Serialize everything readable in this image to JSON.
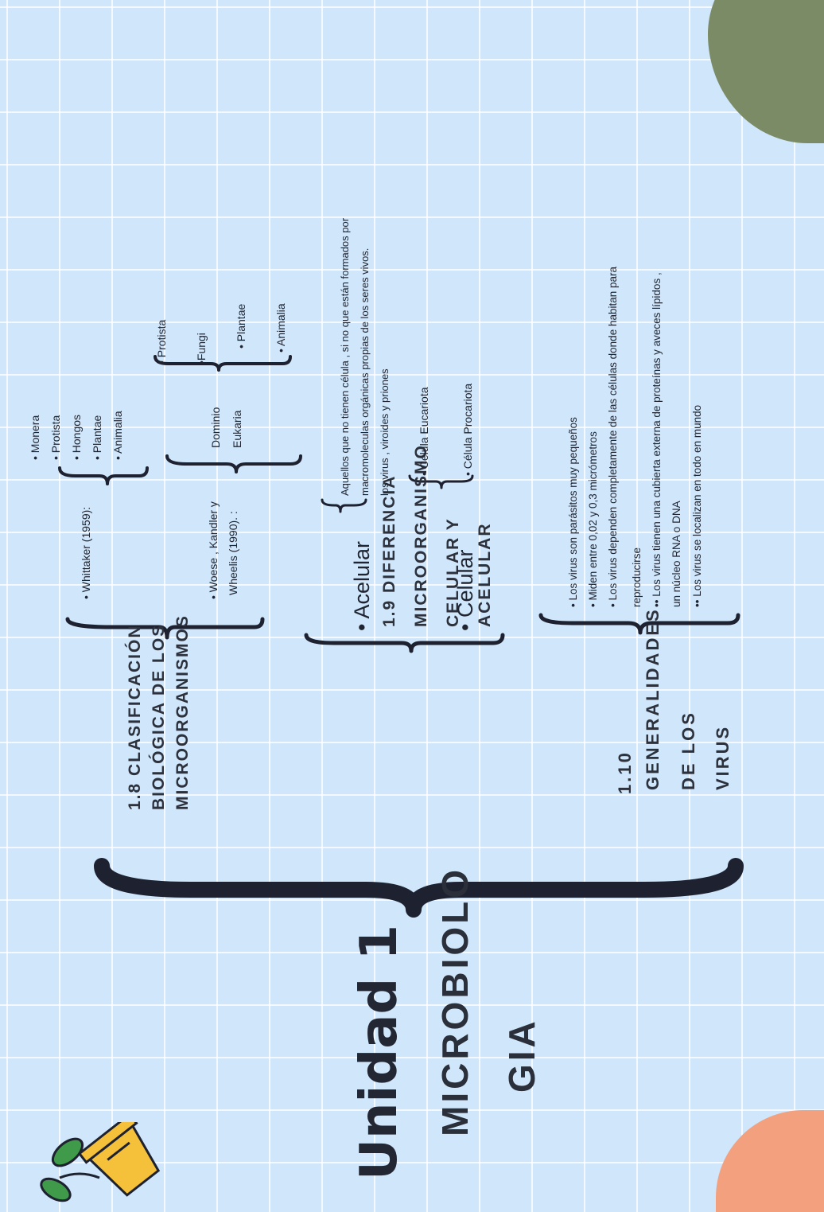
{
  "title": {
    "line1": "Unidad 1",
    "line2a": "MICROBIOLO",
    "line2b": "GIA"
  },
  "section_18": {
    "heading_lines": [
      "1.8 CLASIFICACIÓN",
      "BIOLÓGICA DE LOS",
      "MICROORGANISMOS"
    ],
    "whittaker": {
      "label": "• Whittaker (1959):",
      "items": [
        "• Monera",
        "• Protista",
        "• Hongos",
        "• Plantae",
        "• Animalia"
      ]
    },
    "woese": {
      "label_lines": [
        "• Woese , Kandler y",
        "Wheelis (1990). :"
      ],
      "dominio_lines": [
        "Dominio",
        "Eukaria"
      ],
      "items": [
        "• Protista",
        "•Fungi",
        "• Plantae",
        "• Animalia"
      ]
    }
  },
  "section_19": {
    "heading_lines": [
      "1.9 DIFERENCIA",
      "MICROORGANISMO",
      "CELULAR Y",
      "ACELULAR"
    ],
    "acelular": {
      "label": "• Acelular",
      "text_lines": [
        "Aquellos que no tienen célula , si no que están formados por",
        "macromoleculas orgánicas propias de los seres vivos.",
        "los virus , viroides y priones"
      ]
    },
    "celular": {
      "label": "• Celular",
      "items": [
        "• Célula Eucariota",
        "• Célula Procariota"
      ]
    }
  },
  "section_110": {
    "heading_lines": [
      "1.10",
      "GENERALIDADES",
      "DE LOS",
      "VIRUS"
    ],
    "text_lines": [
      "• Los virus son parásitos muy pequeños",
      "• Miden entre 0,02 y 0,3 micrómetros",
      "• Los virus dependen completamente de las células donde habitan para",
      "reproducirse",
      "•• Los virus tienen una cubierta externa de proteínas y aveces lípidos ,",
      "un núcleo RNA o DNA",
      "•• Los virus se localizan en todo en mundo"
    ]
  },
  "colors": {
    "background": "#cfe6fb",
    "grid": "#ffffff",
    "blob_green": "#7b8b66",
    "blob_orange": "#f3a07f",
    "pot": "#f6c13a",
    "leaf": "#3f9a4a",
    "bracket": "#1d2130"
  },
  "icons": [
    "plant-pot-icon"
  ]
}
